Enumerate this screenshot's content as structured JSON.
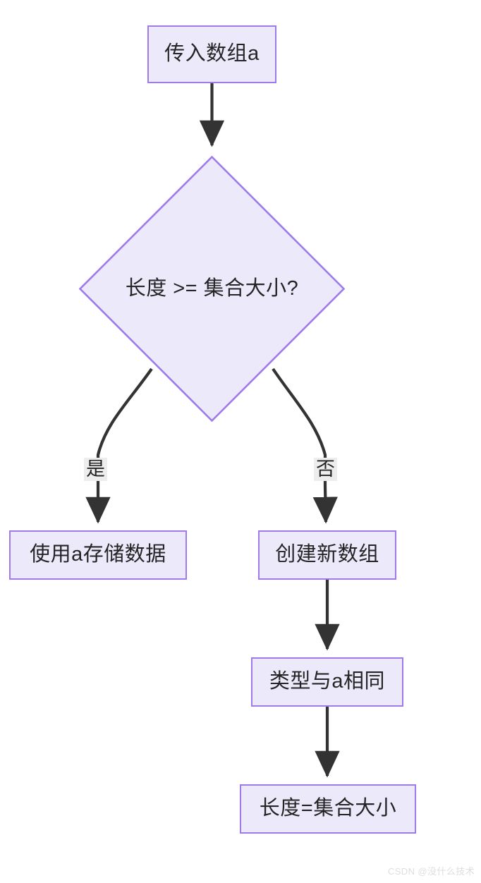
{
  "diagram": {
    "type": "flowchart",
    "title": "",
    "colors": {
      "node_fill": "#ece9fb",
      "node_border": "#9f7aea",
      "edge": "#333333",
      "text": "#242424",
      "edge_label_bg": "#ededed",
      "background": "#ffffff",
      "watermark": "#dedede"
    },
    "nodes": {
      "input": {
        "label": "传入数组a",
        "shape": "rectangle"
      },
      "decision": {
        "label": "长度 >= 集合大小?",
        "shape": "diamond"
      },
      "use_a": {
        "label": "使用a存储数据",
        "shape": "rectangle"
      },
      "create_array": {
        "label": "创建新数组",
        "shape": "rectangle"
      },
      "same_type": {
        "label": "类型与a相同",
        "shape": "rectangle"
      },
      "set_length": {
        "label": "长度=集合大小",
        "shape": "rectangle"
      }
    },
    "edges": [
      {
        "from": "input",
        "to": "decision",
        "label": ""
      },
      {
        "from": "decision",
        "to": "use_a",
        "label": "是"
      },
      {
        "from": "decision",
        "to": "create_array",
        "label": "否"
      },
      {
        "from": "create_array",
        "to": "same_type",
        "label": ""
      },
      {
        "from": "same_type",
        "to": "set_length",
        "label": ""
      }
    ],
    "edge_labels": {
      "yes": "是",
      "no": "否"
    }
  },
  "watermark": {
    "text": "CSDN @没什么技术"
  }
}
